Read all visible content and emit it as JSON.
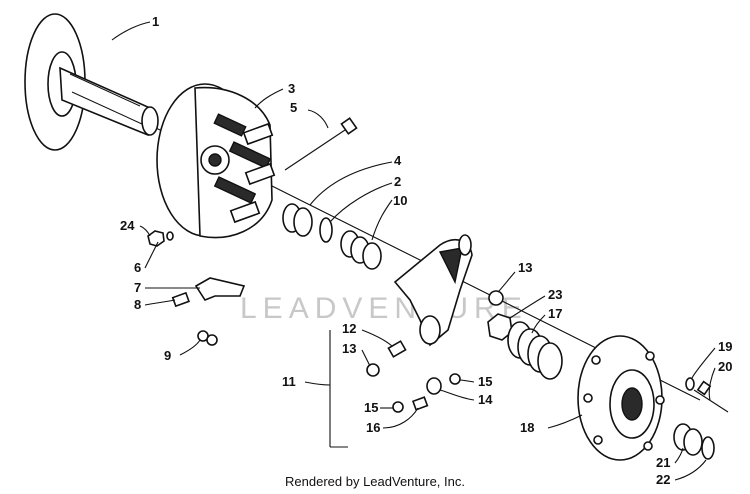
{
  "watermark": "LEADVENTURE",
  "credit": "Rendered by LeadVenture, Inc.",
  "callouts": {
    "c1": "1",
    "c2": "2",
    "c3": "3",
    "c4": "4",
    "c5": "5",
    "c6": "6",
    "c7": "7",
    "c8": "8",
    "c9": "9",
    "c10": "10",
    "c11": "11",
    "c12": "12",
    "c13a": "13",
    "c13b": "13",
    "c14": "14",
    "c15a": "15",
    "c15b": "15",
    "c16": "16",
    "c17": "17",
    "c18": "18",
    "c19": "19",
    "c20": "20",
    "c21": "21",
    "c22": "22",
    "c23": "23",
    "c24": "24"
  }
}
